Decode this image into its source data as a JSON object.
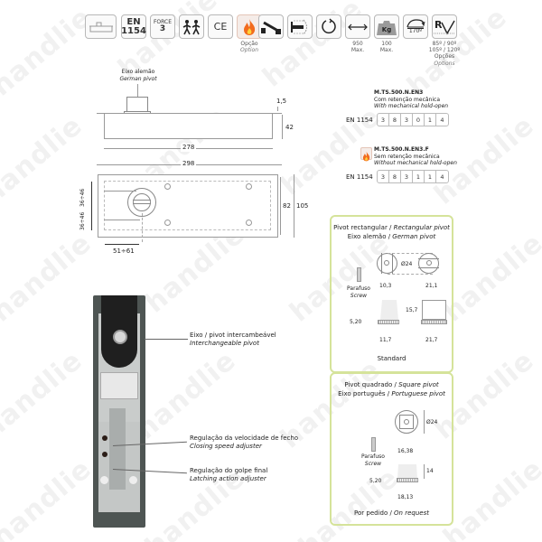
{
  "watermark": "handlie",
  "spec_icons": [
    {
      "name": "floor-closer-icon",
      "label": ""
    },
    {
      "name": "en1154-badge",
      "line1": "EN",
      "line2": "1154"
    },
    {
      "name": "force-badge",
      "line1": "FORCE",
      "line2": "3"
    },
    {
      "name": "people-icon",
      "label": "♟♟"
    },
    {
      "name": "ce-mark-icon",
      "label": "CE"
    },
    {
      "name": "fire-icon",
      "label": "🔥",
      "caption_pt": "Opção",
      "caption_en": "Option"
    },
    {
      "name": "door-arm-icon",
      "label": ""
    },
    {
      "name": "door-swing-icon",
      "label": ""
    },
    {
      "name": "rotation-icon",
      "label": "⟲"
    },
    {
      "name": "door-width-icon",
      "label": "⟷",
      "caption_value": "950",
      "caption_unit": "Max."
    },
    {
      "name": "weight-icon",
      "label": "Kg",
      "caption_value": "100",
      "caption_unit": "Max."
    },
    {
      "name": "opening-angle-icon",
      "label": "170º"
    },
    {
      "name": "hold-open-angle-icon",
      "label": "R",
      "caption_line1": "85º / 90º",
      "caption_line2": "105º / 120º",
      "caption_pt": "Opções",
      "caption_en": "Options"
    }
  ],
  "side_view": {
    "pivot_label_pt": "Eixo alemão",
    "pivot_label_en": "German pivot",
    "dim_top": "1,5",
    "dim_height": "42",
    "dim_inner_length": "278",
    "dim_outer_length": "298"
  },
  "top_view": {
    "dim_upper": "36÷46",
    "dim_lower": "36÷46",
    "dim_offset": "51÷61",
    "dim_inner_width": "82",
    "dim_outer_width": "105"
  },
  "models": [
    {
      "code": "M.TS.500.N.EN3",
      "desc_pt": "Com retenção mecânica",
      "desc_en": "With mechanical hold-open",
      "standard": "EN 1154",
      "digits": [
        "3",
        "8",
        "3",
        "0",
        "1",
        "4"
      ]
    },
    {
      "code": "M.TS.500.N.EN3.F",
      "desc_pt": "Sem retenção mecânica",
      "desc_en": "Without mechanical hold-open",
      "standard": "EN 1154",
      "digits": [
        "3",
        "8",
        "3",
        "1",
        "1",
        "4"
      ]
    }
  ],
  "photo_callouts": [
    {
      "pt": "Eixo / pivot intercambeável",
      "en": "Interchangeable pivot"
    },
    {
      "pt": "Regulação da velocidade de fecho",
      "en": "Closing speed adjuster"
    },
    {
      "pt": "Regulação do golpe final",
      "en": "Latching action adjuster"
    }
  ],
  "panel_rect": {
    "title_pt": "Pivot rectangular / ",
    "title_en": "Rectangular pivot",
    "subtitle_pt": "Eixo alemão / ",
    "subtitle_en": "German pivot",
    "diameter": "Ø24",
    "screw_pt": "Parafuso",
    "screw_en": "Screw",
    "dim_a_top": "10,3",
    "dim_b_top": "21,1",
    "dim_height": "15,7",
    "dim_base": "5,20",
    "dim_a_bottom": "11,7",
    "dim_b_bottom": "21,7",
    "footer": "Standard"
  },
  "panel_square": {
    "title_pt": "Pivot quadrado / ",
    "title_en": "Square pivot",
    "subtitle_pt": "Eixo português / ",
    "subtitle_en": "Portuguese pivot",
    "diameter": "Ø24",
    "screw_pt": "Parafuso",
    "screw_en": "Screw",
    "dim_top": "16,38",
    "dim_height": "14",
    "dim_base": "5,20",
    "dim_bottom": "18,13",
    "footer_pt": "Por pedido / ",
    "footer_en": "On request"
  },
  "colors": {
    "panel_border": "#d5e39a",
    "fire_orange": "#f26b1d",
    "fire_yellow": "#ffd23a",
    "icon_border": "#b8b8b8",
    "device_body": "#4e5553"
  }
}
